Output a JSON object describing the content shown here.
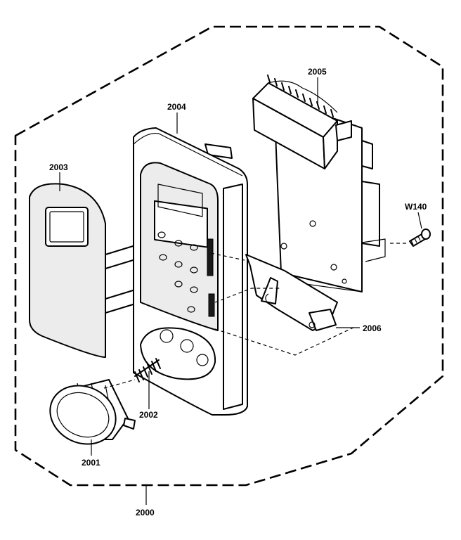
{
  "parts": {
    "assembly": "2000",
    "knob": "2001",
    "spring": "2002",
    "overlay_panel": "2003",
    "control_panel_frame": "2004",
    "pcb_assembly": "2005",
    "latch_bracket": "2006",
    "screw": "W140"
  }
}
